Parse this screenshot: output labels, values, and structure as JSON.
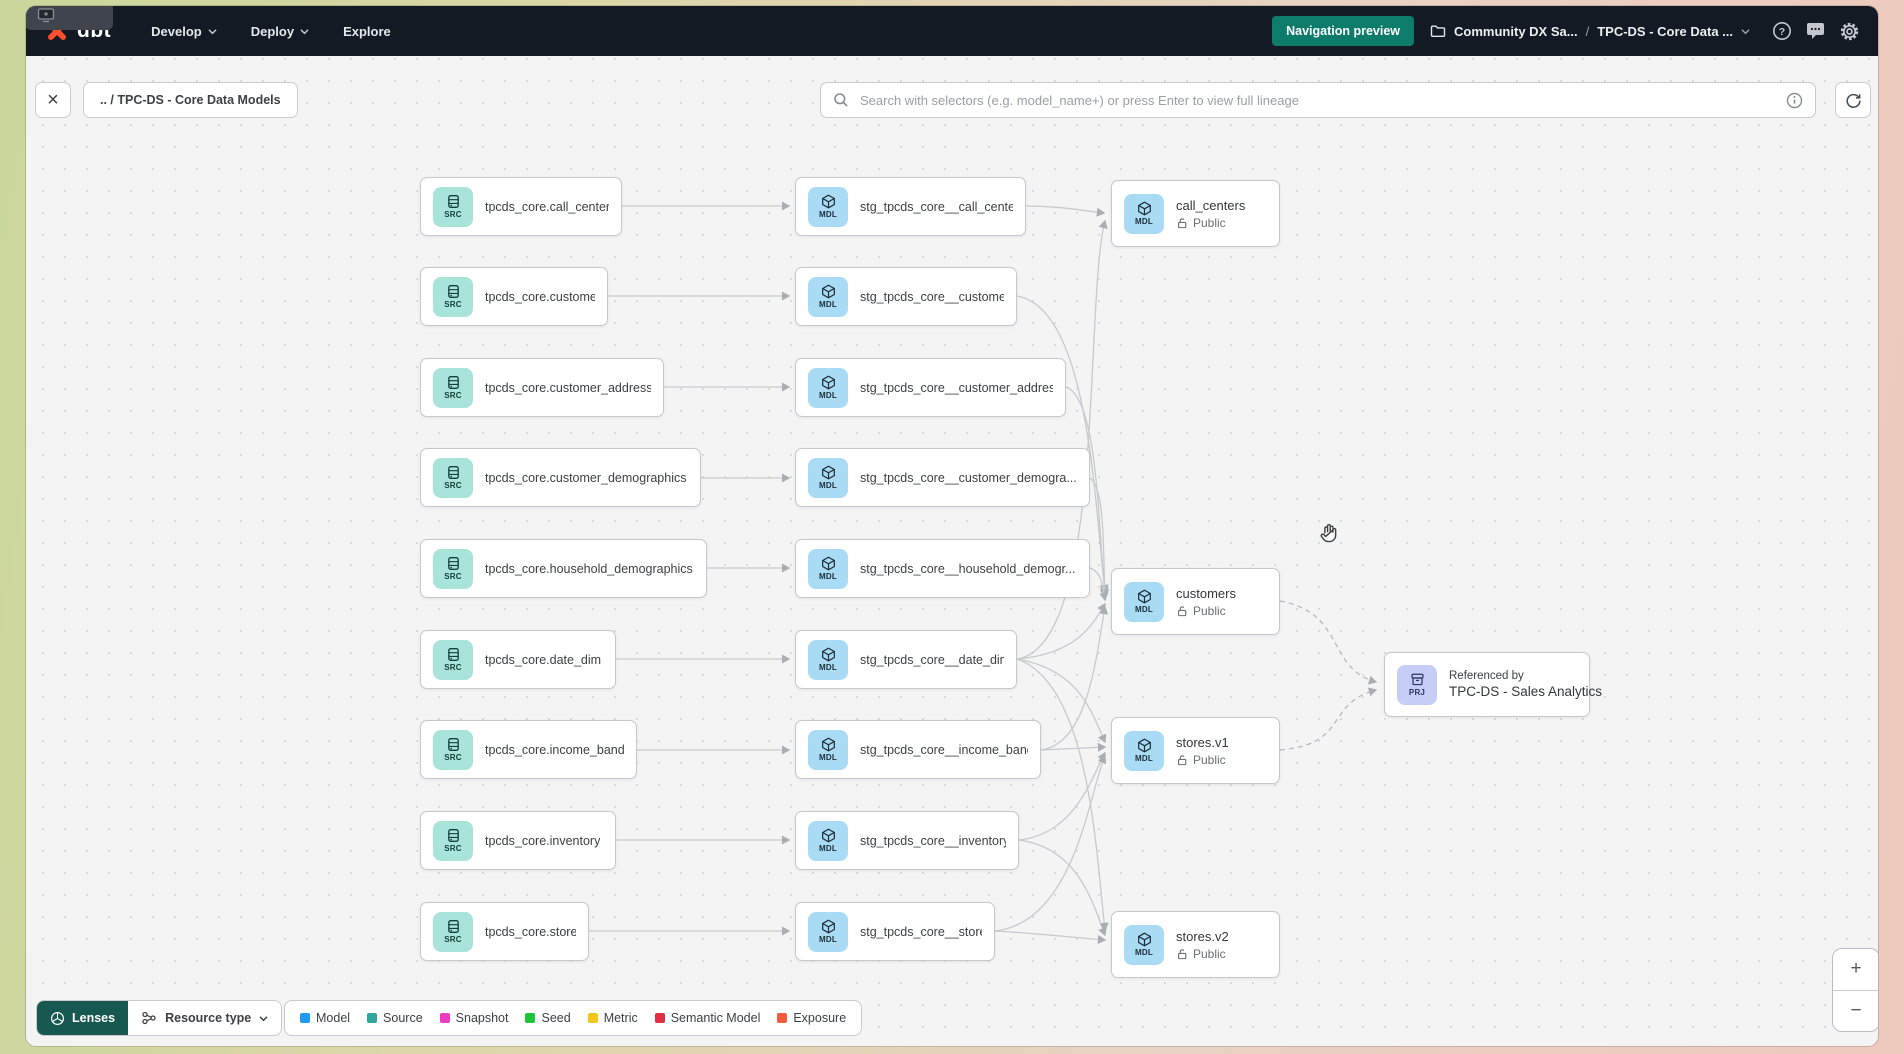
{
  "colors": {
    "accent_teal": "#0e7c6b",
    "brand_orange": "#ff4f2e",
    "navbar_bg": "#141a23"
  },
  "navbar": {
    "logo": "dbt",
    "menus": [
      "Develop",
      "Deploy",
      "Explore"
    ],
    "preview_button": "Navigation preview",
    "project": "Community DX Sa...",
    "separator": "/",
    "page": "TPC-DS - Core Data ..."
  },
  "toolbar": {
    "close": "×",
    "chip_label": ".. / TPC-DS - Core Data Models",
    "search_placeholder": "Search with selectors (e.g. model_name+) or press Enter to view full lineage"
  },
  "badges": {
    "source": "SRC",
    "model": "MDL",
    "project": "PRJ"
  },
  "graph": {
    "sources": [
      "tpcds_core.call_center",
      "tpcds_core.customer",
      "tpcds_core.customer_address",
      "tpcds_core.customer_demographics",
      "tpcds_core.household_demographics",
      "tpcds_core.date_dim",
      "tpcds_core.income_band",
      "tpcds_core.inventory",
      "tpcds_core.store"
    ],
    "staging": [
      "stg_tpcds_core__call_center",
      "stg_tpcds_core__customer",
      "stg_tpcds_core__customer_address",
      "stg_tpcds_core__customer_demogra...",
      "stg_tpcds_core__household_demogr...",
      "stg_tpcds_core__date_dim",
      "stg_tpcds_core__income_band",
      "stg_tpcds_core__inventory",
      "stg_tpcds_core__store"
    ],
    "public": [
      {
        "title": "call_centers",
        "access": "Public"
      },
      {
        "title": "customers",
        "access": "Public"
      },
      {
        "title": "stores.v1",
        "access": "Public"
      },
      {
        "title": "stores.v2",
        "access": "Public"
      }
    ],
    "reference": {
      "caption": "Referenced by",
      "title": "TPC-DS - Sales Analytics"
    }
  },
  "footer": {
    "lenses": "Lenses",
    "resource_type": "Resource type",
    "legend": [
      {
        "label": "Model",
        "color": "#1f99f1"
      },
      {
        "label": "Source",
        "color": "#2fa79c"
      },
      {
        "label": "Snapshot",
        "color": "#e93cbe"
      },
      {
        "label": "Seed",
        "color": "#1cc53a"
      },
      {
        "label": "Metric",
        "color": "#f2c71c"
      },
      {
        "label": "Semantic Model",
        "color": "#e02f44"
      },
      {
        "label": "Exposure",
        "color": "#f45b3d"
      }
    ]
  },
  "zoom": {
    "in": "+",
    "out": "−"
  }
}
